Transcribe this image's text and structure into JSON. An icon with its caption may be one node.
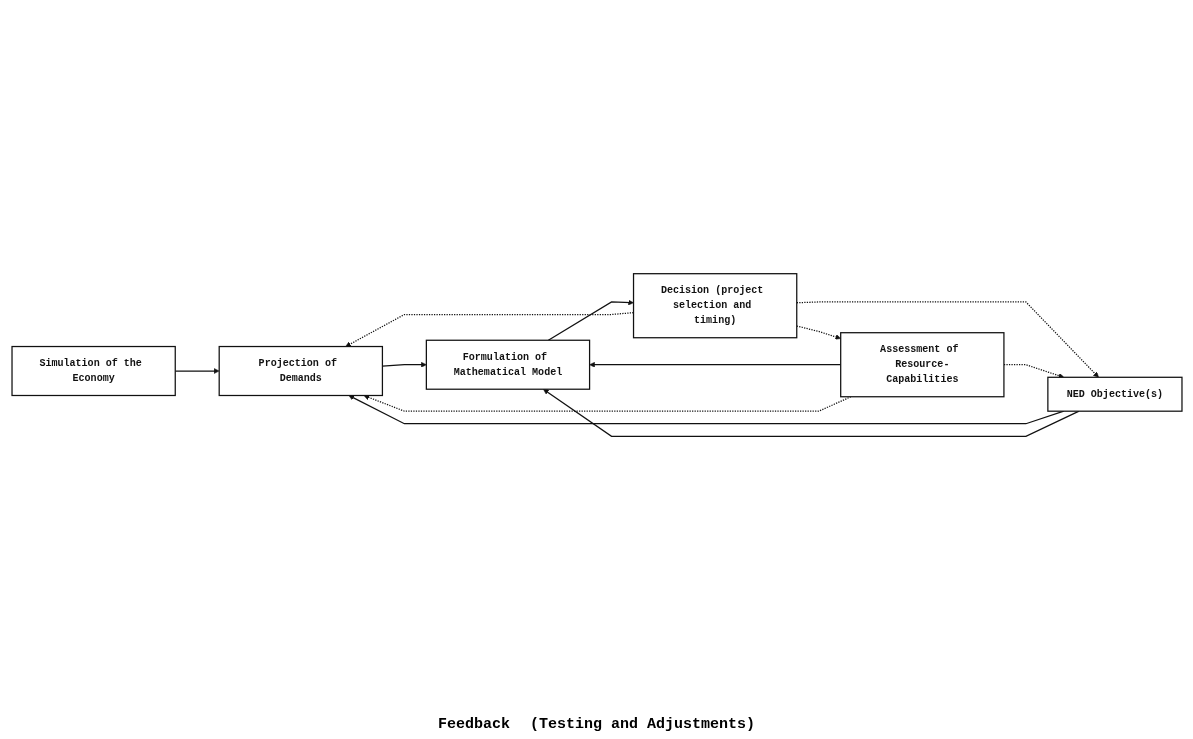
{
  "diagram": {
    "nodes": [
      {
        "text": [
          "Simulation of the Economy"
        ]
      },
      {
        "text": [
          "NED Objective(s)"
        ]
      },
      {
        "text": [
          "Projection of Demands"
        ]
      },
      {
        "text": [
          "Formulation of Mathematical Model"
        ]
      },
      {
        "text": [
          "Decision (project selection and timing)"
        ]
      },
      {
        "text": [
          "Assessment of Resource-Capabilities"
        ]
      }
    ],
    "edges": [
      {
        "from": 0,
        "to": 2,
        "arrow": "to"
      },
      {
        "from": 1,
        "to": 2,
        "arrow": "to"
      },
      {
        "from": 2,
        "to": 3,
        "arrow": "to"
      },
      {
        "from": 1,
        "to": 3,
        "arrow": "to"
      },
      {
        "from": 3,
        "to": 4,
        "arrow": "to"
      },
      {
        "from": 5,
        "to": 3,
        "arrow": "to"
      },
      {
        "from": 4,
        "to": 1,
        "arrow": "to",
        "style": "dashed"
      },
      {
        "from": 4,
        "to": 2,
        "arrow": "to",
        "style": "dashed"
      },
      {
        "from": 4,
        "to": 5,
        "arrow": "to",
        "style": "dashed"
      },
      {
        "from": 5,
        "to": 1,
        "arrow": "to",
        "style": "dashed"
      },
      {
        "from": 5,
        "to": 2,
        "arrow": "to",
        "style": "dashed"
      }
    ],
    "labels": [
      "Feedback",
      "(Testing and Adjustments)"
    ]
  }
}
